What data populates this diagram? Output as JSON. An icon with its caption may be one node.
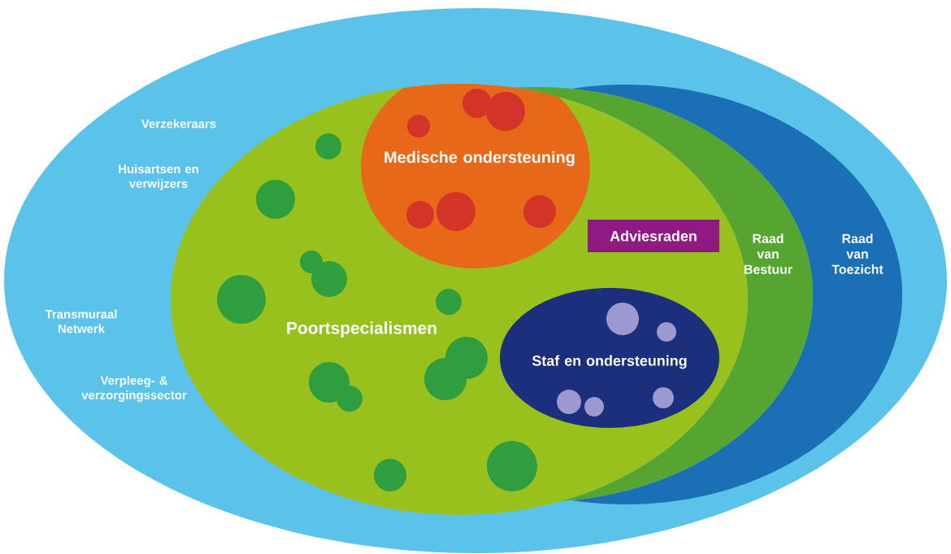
{
  "diagram": {
    "nodes": [
      {
        "text": [
          "Verzekeraars",
          "Huisartsen en verwijzers",
          "Transmuraal Netwerk",
          "Verpleeg- & verzorgingssector"
        ]
      },
      {
        "text": [
          "Raad van Toezicht"
        ],
        "in": 0
      },
      {
        "text": [
          "Raad van Bestuur"
        ],
        "in": 0
      },
      {
        "text": [
          "Poortspecialismen"
        ],
        "in": 0
      },
      {
        "text": [
          "Medische ondersteuning"
        ],
        "in": 3
      },
      {
        "text": [
          "Adviesraden"
        ],
        "in": 3
      },
      {
        "text": [
          "Staf en ondersteuning"
        ],
        "in": 3
      }
    ]
  }
}
